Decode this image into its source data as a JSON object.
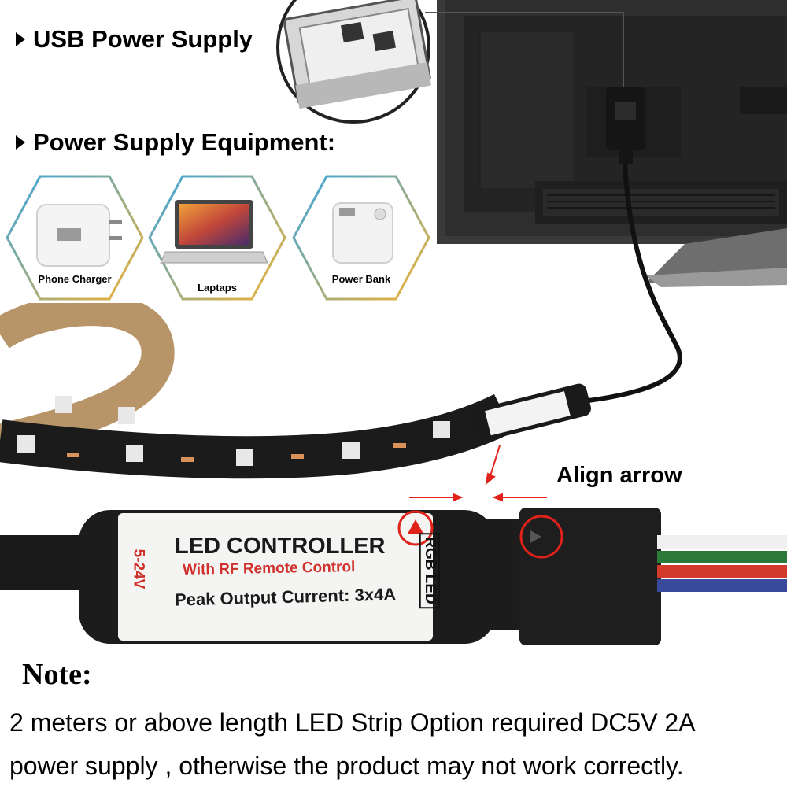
{
  "headings": {
    "usb_power_supply": "USB Power Supply",
    "power_supply_equipment": "Power Supply Equipment:"
  },
  "devices": [
    {
      "label": "Phone Charger",
      "icon": "phone-charger-icon"
    },
    {
      "label": "Laptaps",
      "icon": "laptop-icon"
    },
    {
      "label": "Power Bank",
      "icon": "power-bank-icon"
    }
  ],
  "controller": {
    "title": "LED CONTROLLER",
    "subtitle": "With RF Remote Control",
    "peak_output": "Peak Output Current: 3x4A",
    "voltage": "5-24V",
    "rgb_label": "RGB LED"
  },
  "align_label": "Align arrow",
  "note": {
    "title": "Note:",
    "line1": "2 meters or above length LED Strip Option required DC5V 2A",
    "line2": "power supply , otherwise the product may not work correctly."
  },
  "colors": {
    "hex_gradient_start": "#3aa6e0",
    "hex_gradient_end": "#f2b233",
    "accent_red": "#e0221b",
    "strip": "#1b1b1b",
    "monitor": "#2b2b2b"
  }
}
